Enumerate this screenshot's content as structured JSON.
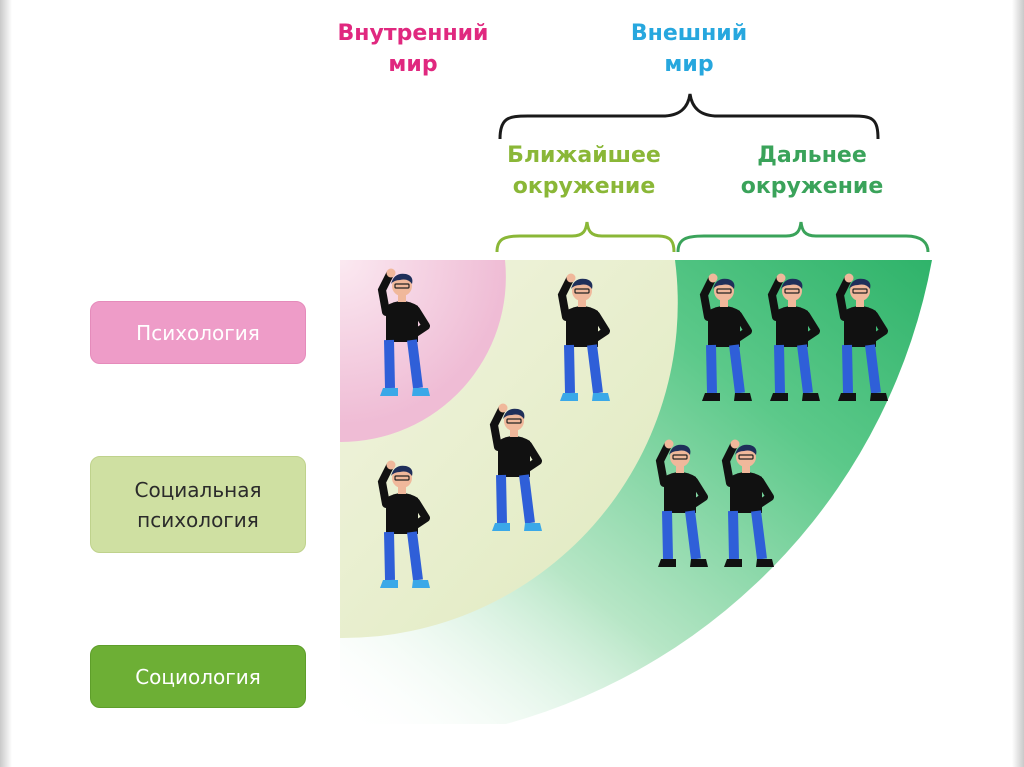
{
  "headings": {
    "inner_world": "Внутренний\nмир",
    "outer_world": "Внешний\nмир",
    "near_environment": "Ближайшее\nокружение",
    "far_environment": "Дальнее\nокружение"
  },
  "labels": {
    "psychology": "Психология",
    "social_psychology": "Социальная\nпсихология",
    "sociology": "Социология"
  },
  "colors": {
    "inner_text": "#e0287f",
    "outer_text": "#27a7de",
    "near_text": "#8ab737",
    "far_text": "#3aa35a",
    "psychology_box": "#ee9cc8",
    "social_box": "#cfe0a2",
    "sociology_box": "#6daf35",
    "inner_zone": "#f4cfe0",
    "near_zone": "#e6edc9",
    "far_zone": "#48c27a",
    "shirt": "#111111",
    "pants": "#2f5fd8",
    "shoe_near": "#3aa8e8",
    "shoe_far": "#111111",
    "skin": "#f0b89b"
  },
  "figures": {
    "inner_world_count": 2,
    "near_environment_count": 2,
    "far_environment_count": 5
  }
}
